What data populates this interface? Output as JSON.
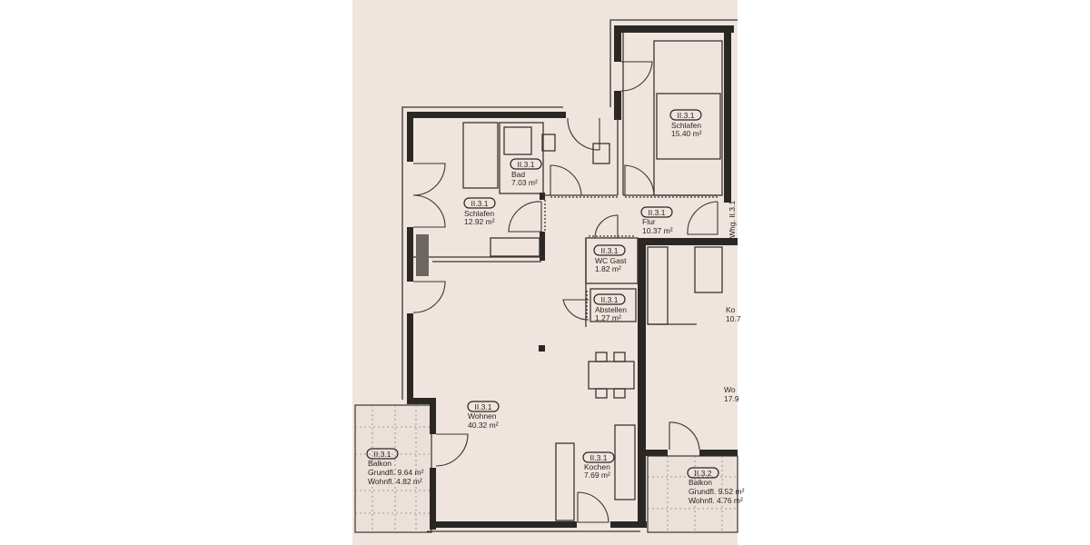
{
  "colors": {
    "paper": "#efe5de",
    "wall": "#2b2724",
    "background": "#ffffff"
  },
  "rooms": {
    "schlafen_a": {
      "id": "II.3.1",
      "name": "Schlafen",
      "area": "12.92 m²"
    },
    "bad": {
      "id": "II.3.1",
      "name": "Bad",
      "area": "7.03 m²"
    },
    "schlafen_b": {
      "id": "II.3.1",
      "name": "Schlafen",
      "area": "15.40 m²"
    },
    "flur": {
      "id": "II.3.1",
      "name": "Flur",
      "area": "10.37 m²"
    },
    "wc": {
      "id": "II.3.1",
      "name": "WC Gast",
      "area": "1.82 m²"
    },
    "abstellen": {
      "id": "II.3.1",
      "name": "Abstellen",
      "area": "1.27 m²"
    },
    "wohnen": {
      "id": "II.3.1",
      "name": "Wohnen",
      "area": "40.32 m²"
    },
    "kochen": {
      "id": "II.3.1",
      "name": "Kochen",
      "area": "7.69 m²"
    },
    "balkon_a": {
      "id": "II.3.1",
      "name": "Balkon",
      "grundfl": "Grundfl. 9.64 m²",
      "wohnfl": "Wohnfl. 4.82 m²"
    },
    "balkon_b": {
      "id": "II.3.2",
      "name": "Balkon",
      "grundfl": "Grundfl. 9.52 m²",
      "wohnfl": "Wohnfl. 4.76 m²"
    }
  },
  "partial_labels": {
    "neighbor_unit": "Whg. II.3.1",
    "koch_partial": "Ko",
    "koch_area_partial": "10.7",
    "wohn_partial": "Wo",
    "wohn_area_partial": "17.9"
  }
}
